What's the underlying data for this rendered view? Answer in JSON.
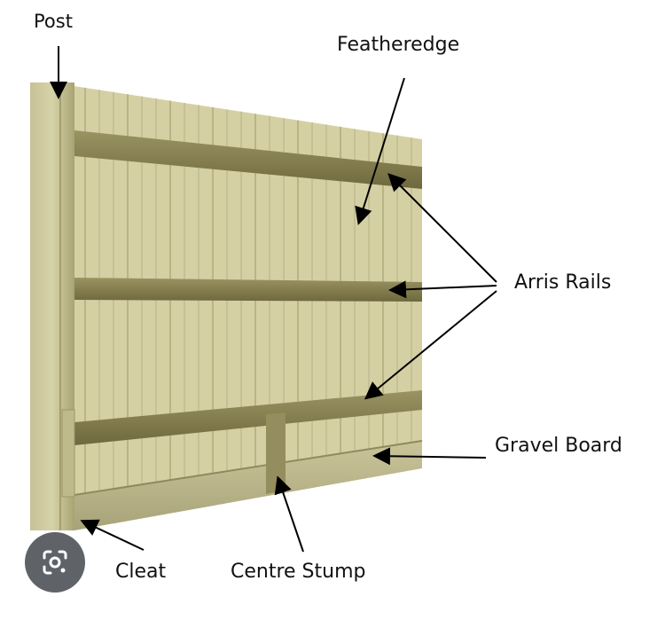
{
  "labels": {
    "post": "Post",
    "featheredge": "Featheredge",
    "arris_rails": "Arris Rails",
    "gravel_board": "Gravel Board",
    "cleat": "Cleat",
    "centre_stump": "Centre Stump"
  },
  "colors": {
    "board_light": "#d6d2a6",
    "board_mid": "#c2bd8c",
    "board_dark": "#a39d6c",
    "rail": "#8c8556",
    "rail_edge": "#6d6841",
    "post": "#cdc89b",
    "gravel": "#b9b48a",
    "arrow": "#000000",
    "lens_button": "#5f6368"
  },
  "lens_button": {
    "icon": "image-search-icon"
  }
}
